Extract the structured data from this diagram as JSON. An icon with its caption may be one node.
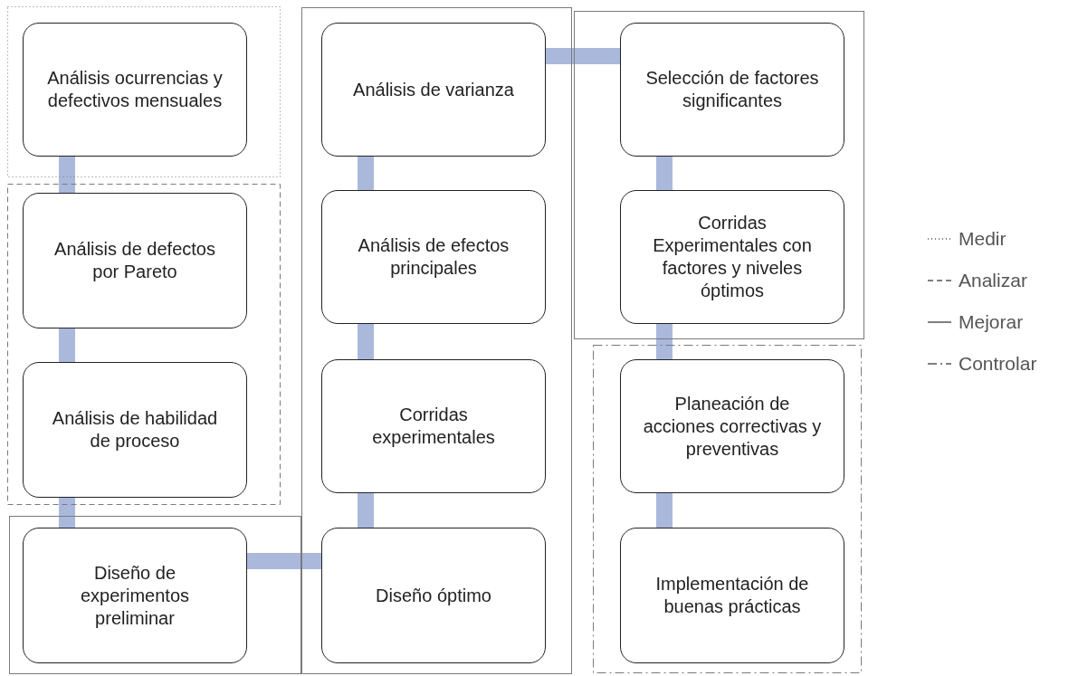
{
  "diagram": {
    "nodes": [
      {
        "text": [],
        "shape": "box"
      },
      {
        "text": [
          "Análisis ocurrencias y defectivos mensuales"
        ],
        "in": 0
      },
      {
        "text": [],
        "shape": "box"
      },
      {
        "text": [
          "Análisis de defectos por Pareto"
        ],
        "in": 2
      },
      {
        "text": [
          "Análisis de habilidad de proceso"
        ],
        "in": 2
      },
      {
        "text": [],
        "shape": "box"
      },
      {
        "text": [
          "Diseño de experimentos preliminar"
        ],
        "in": 5
      },
      {
        "text": [],
        "shape": "box"
      },
      {
        "text": [
          "Análisis de varianza"
        ],
        "in": 7
      },
      {
        "text": [
          "Análisis de efectos principales"
        ],
        "in": 7
      },
      {
        "text": [
          "Corridas experimentales"
        ],
        "in": 7
      },
      {
        "text": [
          "Diseño óptimo"
        ],
        "in": 7
      },
      {
        "text": [],
        "shape": "box"
      },
      {
        "text": [
          "Selección de factores significantes"
        ],
        "in": 12
      },
      {
        "text": [
          "Corridas Experimentales con factores y niveles óptimos"
        ],
        "in": 12
      },
      {
        "text": [],
        "shape": "box"
      },
      {
        "text": [
          "Planeación de acciones correctivas y preventivas"
        ],
        "in": 15
      },
      {
        "text": [
          "Implementación de buenas prácticas"
        ],
        "in": 15
      }
    ],
    "edges": [
      {
        "from": 1,
        "to": 3,
        "arrow": "none"
      },
      {
        "from": 3,
        "to": 4,
        "arrow": "none"
      },
      {
        "from": 4,
        "to": 6,
        "arrow": "none"
      },
      {
        "from": 6,
        "to": 11,
        "arrow": "none"
      },
      {
        "from": 11,
        "to": 10,
        "arrow": "none"
      },
      {
        "from": 10,
        "to": 9,
        "arrow": "none"
      },
      {
        "from": 9,
        "to": 8,
        "arrow": "none"
      },
      {
        "from": 8,
        "to": 13,
        "arrow": "none"
      },
      {
        "from": 13,
        "to": 14,
        "arrow": "none"
      },
      {
        "from": 14,
        "to": 16,
        "arrow": "none"
      },
      {
        "from": 16,
        "to": 17,
        "arrow": "none"
      }
    ],
    "legend": [
      {
        "text": "Medir"
      },
      {
        "text": "Analizar"
      },
      {
        "text": "Mejorar"
      },
      {
        "text": "Controlar"
      }
    ]
  }
}
